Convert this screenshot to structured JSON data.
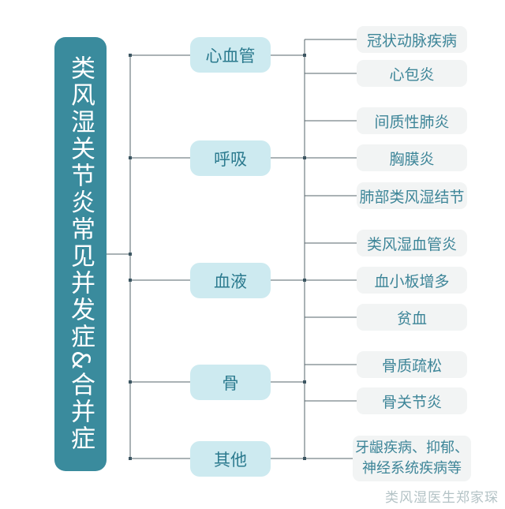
{
  "root": {
    "label": "类风湿关节炎常见并发症&合并症"
  },
  "branches": [
    {
      "label": "心血管",
      "children": [
        {
          "label": "冠状动脉疾病"
        },
        {
          "label": "心包炎"
        }
      ]
    },
    {
      "label": "呼吸",
      "children": [
        {
          "label": "间质性肺炎"
        },
        {
          "label": "胸膜炎"
        },
        {
          "label": "肺部类风湿结节"
        }
      ]
    },
    {
      "label": "血液",
      "children": [
        {
          "label": "类风湿血管炎"
        },
        {
          "label": "血小板增多"
        },
        {
          "label": "贫血"
        }
      ]
    },
    {
      "label": "骨",
      "children": [
        {
          "label": "骨质疏松"
        },
        {
          "label": "骨关节炎"
        }
      ]
    },
    {
      "label": "其他",
      "children": [
        {
          "label": "牙龈疾病、抑郁、神经系统疾病等"
        }
      ]
    }
  ],
  "watermark": {
    "label": "类风湿医生郑家琛"
  },
  "colors": {
    "background": "#ffffff",
    "root_bg": "#3a8b9d",
    "branch_bg": "#cdeaf0",
    "branch_text": "#2b7a8e",
    "leaf_bg": "#f2f4f4",
    "leaf_text": "#3d8598",
    "line": "#55646b",
    "dot": "#3c5662",
    "watermark_color": "#b4c3c6"
  }
}
